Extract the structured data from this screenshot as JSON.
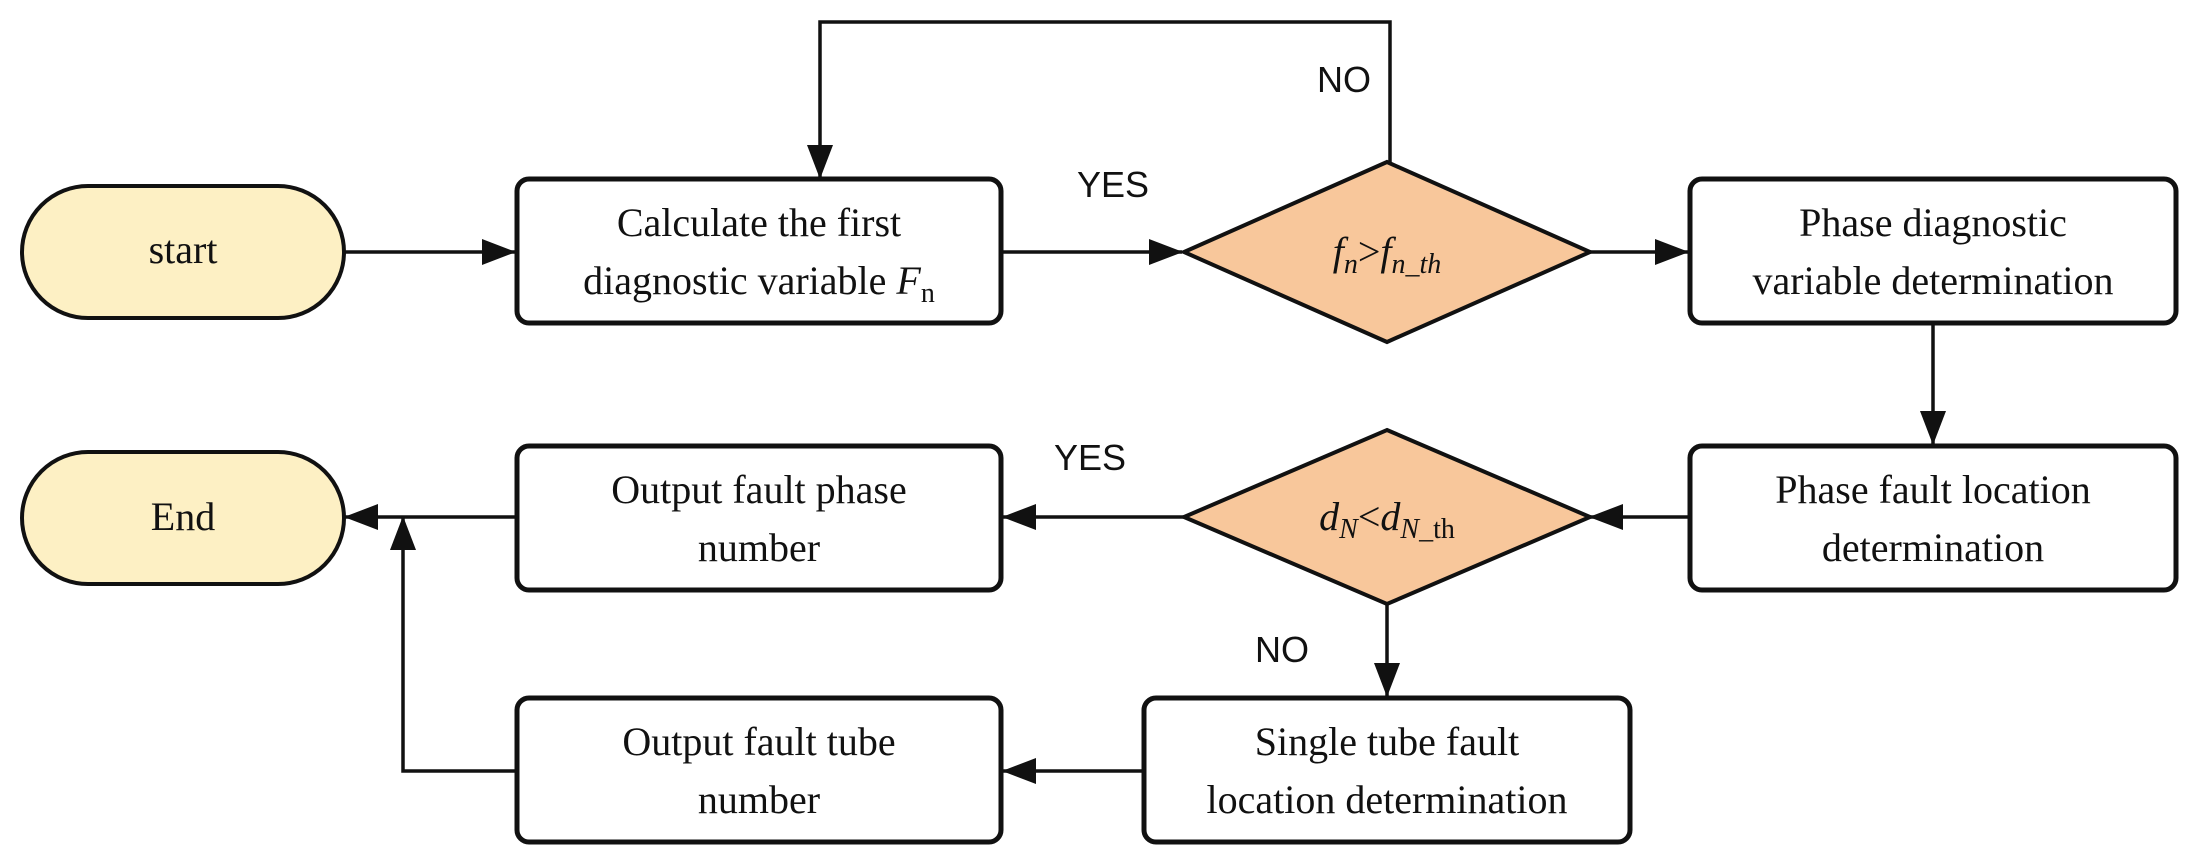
{
  "colors": {
    "terminal_fill": "#fdf0c4",
    "decision_fill": "#f8c79b",
    "process_fill": "#ffffff",
    "stroke": "#111111"
  },
  "nodes": {
    "start": "start",
    "end": "End",
    "calc_first": [
      "Calculate the first",
      "diagnostic variable "
    ],
    "calc_first_var": "F",
    "calc_first_sub": "n",
    "decision_fn_left": "f",
    "decision_fn_left_sub": "n",
    "decision_fn_op": ">",
    "decision_fn_right": "f",
    "decision_fn_right_sub": "n_th",
    "phase_diag": [
      "Phase diagnostic",
      "variable determination"
    ],
    "phase_fault": [
      "Phase fault location",
      "determination"
    ],
    "decision_dn_left": "d",
    "decision_dn_left_sub": "N",
    "decision_dn_op": "<",
    "decision_dn_right": "d",
    "decision_dn_right_sub_it": "N",
    "decision_dn_right_sub_rm": "_th",
    "output_phase": [
      "Output fault phase",
      "number"
    ],
    "single_tube": [
      "Single tube fault",
      "location determination"
    ],
    "output_tube": [
      "Output fault tube",
      "number"
    ]
  },
  "edge_labels": {
    "fn_yes": "YES",
    "fn_no": "NO",
    "dn_yes": "YES",
    "dn_no": "NO"
  }
}
